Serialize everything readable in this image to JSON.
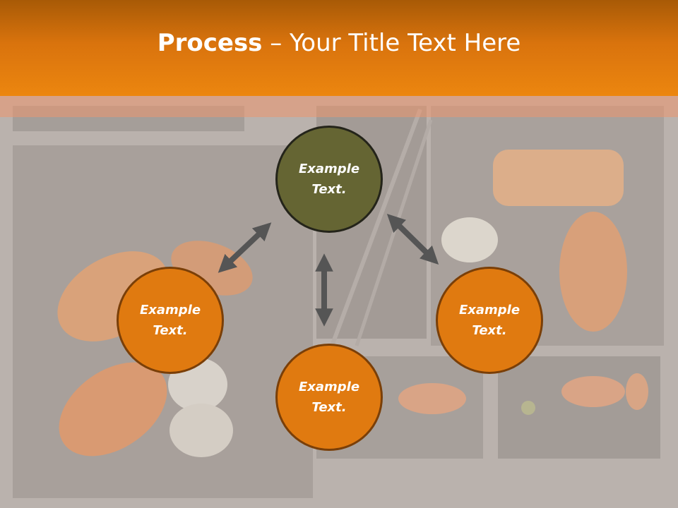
{
  "slide": {
    "title_bold": "Process",
    "title_rest": " – Your Title Text Here"
  },
  "nodes": {
    "top": {
      "label": "Example Text."
    },
    "left": {
      "label": "Example Text."
    },
    "bottom": {
      "label": "Example Text."
    },
    "right": {
      "label": "Example Text."
    }
  },
  "colors": {
    "header_orange": "#e07a10",
    "node_orange": "#e07a10",
    "node_olive": "#656533",
    "arrow_gray": "#555555"
  }
}
